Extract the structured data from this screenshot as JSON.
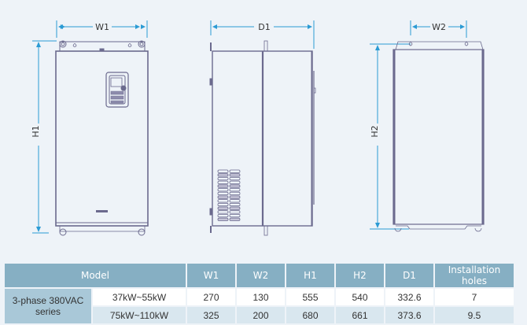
{
  "drawing": {
    "front_view": {
      "width_label": "W1",
      "height_label": "H1"
    },
    "side_view": {
      "depth_label": "D1"
    },
    "back_view": {
      "width_label": "W2",
      "height_label": "H2"
    },
    "colors": {
      "dimension_line": "#2b9bd4",
      "outline": "#6b6a8e"
    }
  },
  "table": {
    "headers": [
      "Model",
      "W1",
      "W2",
      "H1",
      "H2",
      "D1",
      "Installation holes"
    ],
    "series_label": "3-phase 380VAC series",
    "rows": [
      {
        "model": "37kW~55kW",
        "W1": "270",
        "W2": "130",
        "H1": "555",
        "H2": "540",
        "D1": "332.6",
        "holes": "7"
      },
      {
        "model": "75kW~110kW",
        "W1": "325",
        "W2": "200",
        "H1": "680",
        "H2": "661",
        "D1": "373.6",
        "holes": "9.5"
      }
    ],
    "colors": {
      "header_bg": "#86afc3",
      "series_bg": "#a9c8d8",
      "row_alt_bg": "#d9e7ef"
    }
  }
}
